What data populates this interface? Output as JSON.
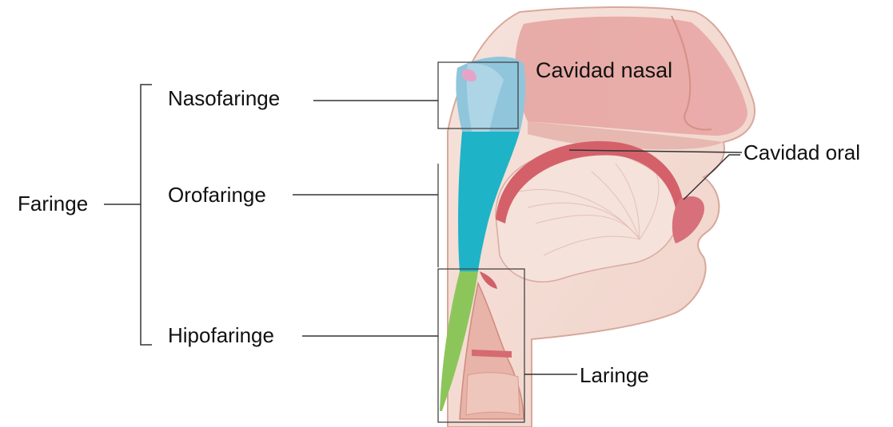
{
  "labels": {
    "cavidad_nasal": "Cavidad nasal",
    "nasofaringe": "Nasofaringe",
    "cavidad_oral": "Cavidad oral",
    "faringe": "Faringe",
    "orofaringe": "Orofaringe",
    "hipofaringe": "Hipofaringe",
    "laringe": "Laringe"
  },
  "colors": {
    "skin": "#f3dcd4",
    "skin_dark": "#e9b9ad",
    "nasal": "#e7a3a0",
    "nasopharynx": "#8fc6dc",
    "oropharynx": "#1eb3c7",
    "hypopharynx": "#8cc65a",
    "palate": "#d9696a",
    "leader_line": "#333333"
  }
}
